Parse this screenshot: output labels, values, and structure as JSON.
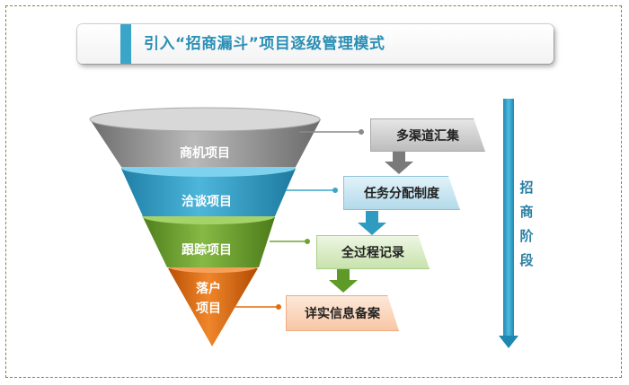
{
  "title": "引入“招商漏斗”项目逐级管理模式",
  "funnel": [
    {
      "label": "商机项目",
      "color": "#8e8e8e"
    },
    {
      "label": "洽谈项目",
      "color": "#2f9bc0"
    },
    {
      "label": "跟踪项目",
      "color": "#6fa52e"
    },
    {
      "label": "落户项目",
      "label_line1": "落户",
      "label_line2": "项目",
      "color": "#e46c0a"
    }
  ],
  "steps": [
    {
      "label": "多渠道汇集",
      "color": "#d0d0d0"
    },
    {
      "label": "任务分配制度",
      "color": "#c5e3f0"
    },
    {
      "label": "全过程记录",
      "color": "#d8ecc4"
    },
    {
      "label": "详实信息备案",
      "color": "#fbd9c2"
    }
  ],
  "stage": {
    "label": "招商阶段",
    "chars": [
      "招",
      "商",
      "阶",
      "段"
    ],
    "color": "#2f9bc0"
  }
}
